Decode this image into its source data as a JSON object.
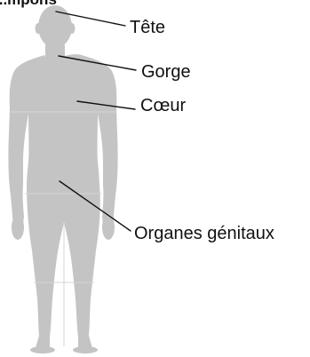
{
  "title": "...mpons",
  "colors": {
    "body": "#c4c4c4",
    "line": "#111111",
    "text": "#111111",
    "background": "#ffffff"
  },
  "labels": {
    "head": "Tête",
    "throat": "Gorge",
    "heart": "Cœur",
    "genitals": "Organes génitaux"
  }
}
